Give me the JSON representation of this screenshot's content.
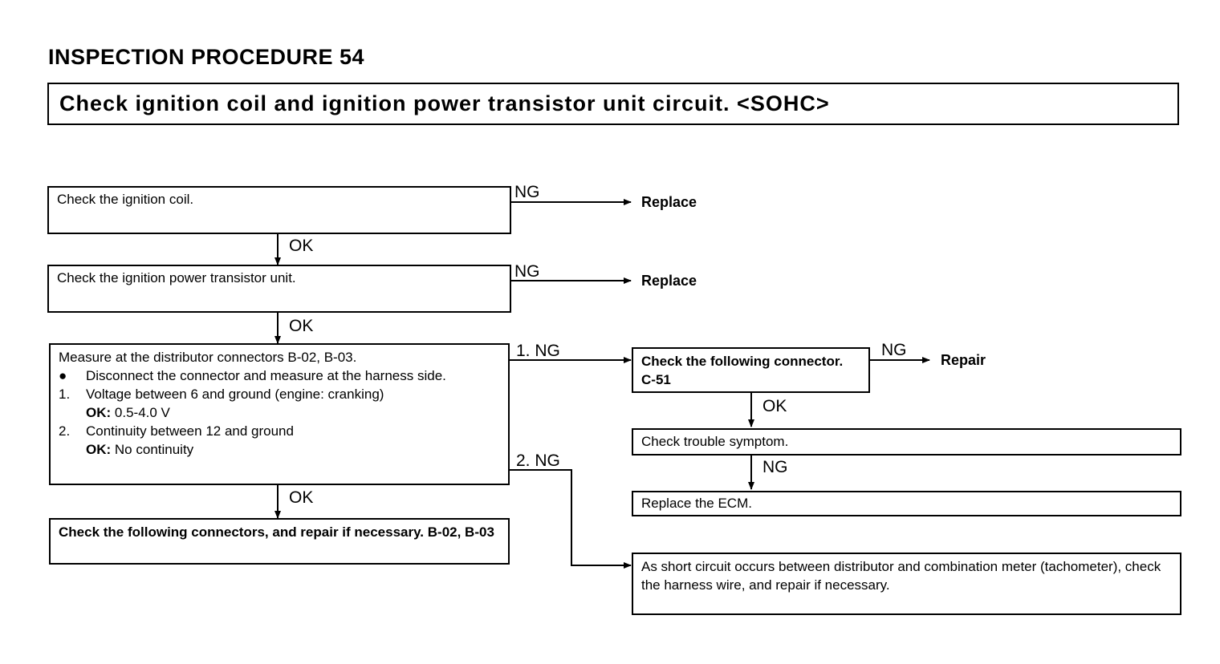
{
  "heading": "INSPECTION PROCEDURE 54",
  "title": "Check ignition coil and ignition power transistor unit circuit. <SOHC>",
  "steps": {
    "coil": "Check the ignition coil.",
    "transistor": "Check the ignition power transistor unit.",
    "measure": {
      "intro": "Measure at the distributor connectors B-02, B-03.",
      "bullet_mark": "●",
      "bullet": "Disconnect the connector and measure at the harness side.",
      "item1_num": "1.",
      "item1": "Voltage between 6 and ground (engine: cranking)",
      "item1_ok_label": "OK:",
      "item1_ok_value": "0.5-4.0 V",
      "item2_num": "2.",
      "item2": "Continuity between 12 and ground",
      "item2_ok_label": "OK:",
      "item2_ok_value": "No continuity"
    },
    "connectors": "Check the following connectors, and repair if necessary. B-02, B-03",
    "connector_c61": "Check the following connector. C-51",
    "trouble": "Check trouble symptom.",
    "ecm": "Replace the ECM.",
    "short": "As short circuit occurs between distributor and combination meter (tachometer), check the harness wire, and repair if necessary."
  },
  "labels": {
    "ng1": "NG",
    "ng2": "NG",
    "ok1": "OK",
    "ok2": "OK",
    "ok3": "OK",
    "ng_1": "1. NG",
    "ng_2": "2. NG",
    "ng3": "NG",
    "ok4": "OK",
    "ng4": "NG"
  },
  "results": {
    "replace1": "Replace",
    "replace2": "Replace",
    "repair": "Repair"
  }
}
